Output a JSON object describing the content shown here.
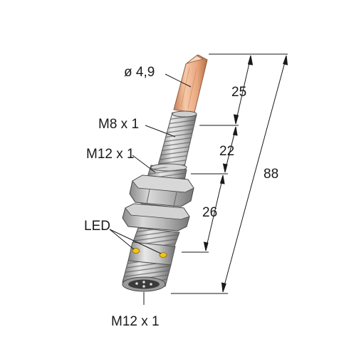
{
  "labels": {
    "diameter": "ø 4,9",
    "thread_top": "M8 x 1",
    "thread_mid": "M12 x 1",
    "led": "LED",
    "thread_bottom": "M12 x 1"
  },
  "dimensions": {
    "d1": "25",
    "d2": "22",
    "d3": "26",
    "total": "88"
  },
  "colors": {
    "probe_copper": "#e9a77f",
    "metal_light": "#e3e3e3",
    "metal_dark": "#8f8f8f",
    "led_yellow": "#f0c419",
    "line": "#1a1a1a"
  }
}
